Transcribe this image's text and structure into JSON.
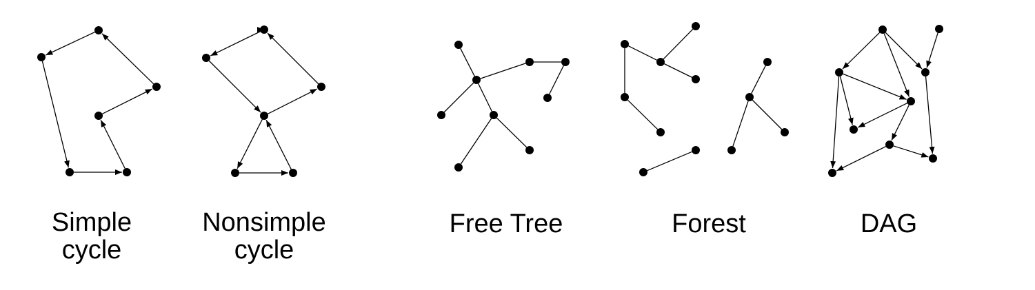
{
  "colors": {
    "ink": "#000000",
    "background": "#ffffff"
  },
  "panels": [
    {
      "id": "simple-cycle",
      "caption_lines": [
        "Simple",
        "cycle"
      ],
      "directed": true,
      "nodes": [
        "a",
        "b",
        "c",
        "d",
        "e",
        "f"
      ],
      "edges": [
        [
          "a",
          "b"
        ],
        [
          "b",
          "c"
        ],
        [
          "c",
          "f"
        ],
        [
          "f",
          "e"
        ],
        [
          "e",
          "d"
        ],
        [
          "d",
          "a"
        ]
      ]
    },
    {
      "id": "nonsimple-cycle",
      "caption_lines": [
        "Nonsimple",
        "cycle"
      ],
      "directed": true,
      "nodes": [
        "a",
        "b",
        "c",
        "d",
        "e",
        "f"
      ],
      "edges": [
        [
          "a",
          "b"
        ],
        [
          "b",
          "c"
        ],
        [
          "c",
          "d"
        ],
        [
          "d",
          "e"
        ],
        [
          "e",
          "a"
        ],
        [
          "c",
          "f"
        ],
        [
          "f",
          "g"
        ],
        [
          "g",
          "c"
        ]
      ]
    },
    {
      "id": "free-tree",
      "caption_lines": [
        "Free Tree"
      ],
      "directed": false,
      "nodes": [
        "a",
        "b",
        "c",
        "d",
        "e",
        "f",
        "g",
        "h",
        "i"
      ],
      "edges": [
        [
          "a",
          "b"
        ],
        [
          "b",
          "c"
        ],
        [
          "c",
          "d"
        ],
        [
          "d",
          "e"
        ],
        [
          "b",
          "f"
        ],
        [
          "b",
          "g"
        ],
        [
          "g",
          "h"
        ],
        [
          "g",
          "i"
        ]
      ]
    },
    {
      "id": "forest",
      "caption_lines": [
        "Forest"
      ],
      "directed": false,
      "nodes": [
        "a",
        "b",
        "c",
        "d",
        "e",
        "f",
        "g",
        "h",
        "i",
        "j",
        "k",
        "l"
      ],
      "edges": [
        [
          "a",
          "b"
        ],
        [
          "b",
          "c"
        ],
        [
          "b",
          "d"
        ],
        [
          "a",
          "e"
        ],
        [
          "e",
          "f"
        ],
        [
          "g",
          "h"
        ],
        [
          "i",
          "j"
        ],
        [
          "j",
          "k"
        ],
        [
          "j",
          "l"
        ]
      ]
    },
    {
      "id": "dag",
      "caption_lines": [
        "DAG"
      ],
      "directed": true,
      "nodes": [
        "a",
        "b",
        "c",
        "d",
        "e",
        "f",
        "g",
        "h",
        "i"
      ],
      "edges": [
        [
          "a",
          "c"
        ],
        [
          "a",
          "e"
        ],
        [
          "a",
          "d"
        ],
        [
          "b",
          "d"
        ],
        [
          "c",
          "e"
        ],
        [
          "c",
          "f"
        ],
        [
          "c",
          "i"
        ],
        [
          "e",
          "f"
        ],
        [
          "e",
          "g"
        ],
        [
          "g",
          "h"
        ],
        [
          "g",
          "i"
        ],
        [
          "d",
          "h"
        ]
      ]
    }
  ]
}
